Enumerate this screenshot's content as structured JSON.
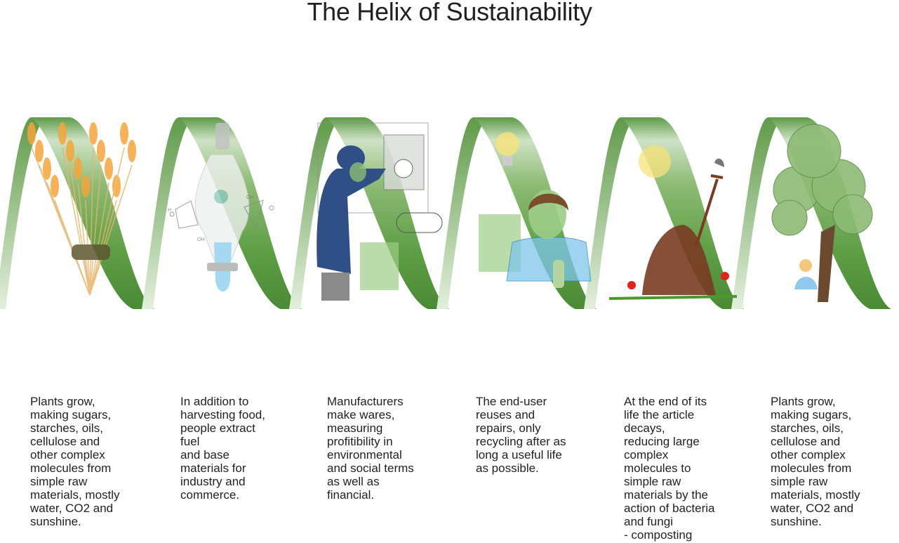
{
  "title": "The Helix of Sustainability",
  "colors": {
    "ribbon_dark": "#4f8a3a",
    "ribbon_light": "#d6e8cf",
    "wheat": "#f6a53a",
    "worker": "#2f4f86",
    "sun": "#f7e27a",
    "shirt": "#7fc6ec",
    "flower": "#e2231a"
  },
  "stages": [
    {
      "illustration": "wheat-sheaf-icon",
      "caption": "Plants grow,\nmaking sugars,\nstarches, oils,\ncellulose and\nother complex\nmolecules from\nsimple raw\nmaterials, mostly\nwater, CO2 and\nsunshine."
    },
    {
      "illustration": "separatory-funnel-icon",
      "caption": "In addition to\nharvesting food,\npeople extract\nfuel\nand base\nmaterials for\nindustry and\ncommerce.",
      "labels": [
        "H",
        "OH",
        "OH"
      ]
    },
    {
      "illustration": "factory-worker-icon",
      "caption": "Manufacturers\nmake wares,\nmeasuring\nprofitibility in\nenvironmental\nand social terms\nas well as\nfinancial."
    },
    {
      "illustration": "end-user-lightbulb-icon",
      "caption": "The end-user\nreuses and\nrepairs, only\nrecycling after as\nlong a useful life\nas possible."
    },
    {
      "illustration": "compost-heap-icon",
      "caption": "At the end of its\nlife the article\ndecays,\nreducing large\ncomplex\nmolecules to\nsimple raw\nmaterials by the\naction of bacteria\nand fungi\n- composting"
    },
    {
      "illustration": "tree-icon",
      "caption": "Plants grow,\nmaking sugars,\nstarches, oils,\ncellulose and\nother complex\nmolecules from\nsimple raw\nmaterials, mostly\nwater, CO2 and\nsunshine."
    }
  ]
}
